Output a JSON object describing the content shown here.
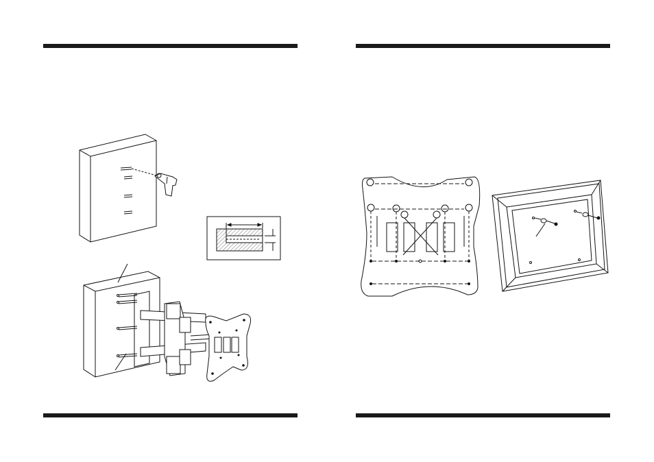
{
  "pages": [
    {
      "side": "left",
      "figures": [
        "wall-drilling-step",
        "drill-depth-detail",
        "wall-mount-installed"
      ]
    },
    {
      "side": "right",
      "figures": [
        "vesa-plate-hole-pattern",
        "tv-back-with-spacers"
      ]
    }
  ],
  "colors": {
    "rule": "#1a1a1a",
    "line": "#111111",
    "paper": "#ffffff",
    "hatch": "#888888"
  }
}
